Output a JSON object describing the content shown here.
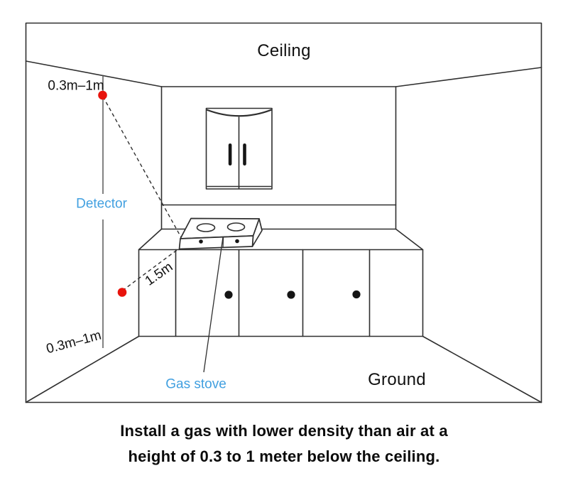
{
  "diagram": {
    "labels": {
      "ceiling": "Ceiling",
      "ground": "Ground",
      "detector": "Detector",
      "gas_stove": "Gas stove",
      "dim_top": "0.3m–1m",
      "dim_bottom": "0.3m–1m",
      "dim_distance": "1.5m"
    },
    "colors": {
      "accent_blue": "#42a0e0",
      "dot_red": "#e8130c",
      "line": "#2f2f2f"
    }
  },
  "caption": {
    "line1": "Install a gas with lower density than air at a",
    "line2": "height of 0.3 to 1 meter below the ceiling."
  }
}
